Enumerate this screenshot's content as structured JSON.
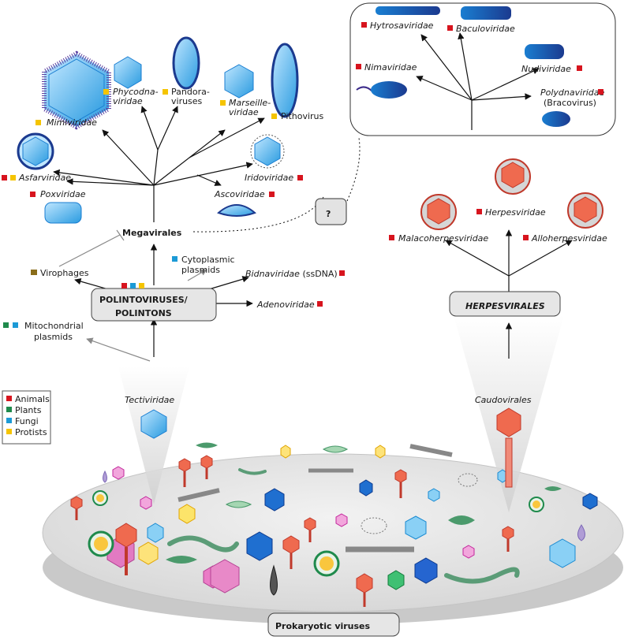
{
  "legend": {
    "items": [
      {
        "label": "Animals",
        "color": "#d7141e"
      },
      {
        "label": "Plants",
        "color": "#1f8a4c"
      },
      {
        "label": "Fungi",
        "color": "#1c9ad6"
      },
      {
        "label": "Protists",
        "color": "#f5c400"
      }
    ]
  },
  "taxa": {
    "megavirales": "Megavirales",
    "mimiviridae": "Mimiviridae",
    "phycodna_1": "Phycodna-",
    "phycodna_2": "viridae",
    "pandora_1": "Pandora-",
    "pandora_2": "viruses",
    "marseille_1": "Marseille-",
    "marseille_2": "viridae",
    "pithovirus": "Pithovirus",
    "asfarviridae": "Asfarviridae",
    "poxviridae": "Poxviridae",
    "iridoviridae": "Iridoviridae",
    "ascoviridae": "Ascoviridae",
    "hytrosaviridae": "Hytrosaviridae",
    "baculoviridae": "Baculoviridae",
    "nimaviridae": "Nimaviridae",
    "nudiviridae": "Nudiviridae",
    "polydna_1": "Polydnaviridae",
    "polydna_2": "(Bracovirus)",
    "question": "?",
    "virophages": "Virophages",
    "cyto_1": "Cytoplasmic",
    "cyto_2": "plasmids",
    "bidna": "Bidnaviridae",
    "bidna_suffix": "(ssDNA)",
    "adenoviridae": "Adenoviridae",
    "polinto_1": "POLINTOVIRUSES/",
    "polinto_2": "POLINTONS",
    "mito_1": "Mitochondrial",
    "mito_2": "plasmids",
    "tectiviridae": "Tectiviridae",
    "herpesviridae": "Herpesviridae",
    "malaco": "Malacoherpesviridae",
    "allo": "Alloherpesviridae",
    "herpesvirales": "HERPESVIRALES",
    "caudovirales": "Caudovirales",
    "prokaryotic": "Prokaryotic viruses"
  }
}
